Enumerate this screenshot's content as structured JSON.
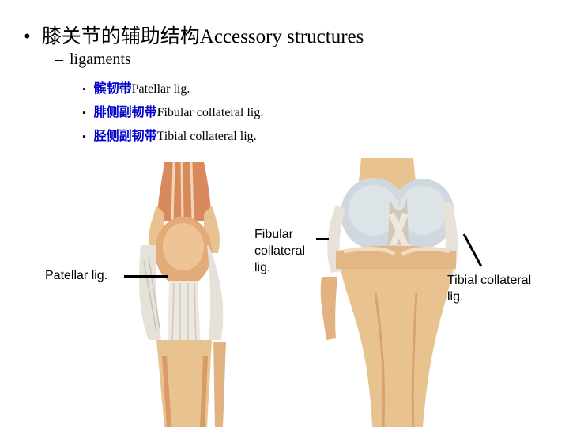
{
  "heading": {
    "bullet": "•",
    "cn": "膝关节的辅助结构",
    "en": "Accessory structures"
  },
  "subheading": {
    "dash": "–",
    "text": "ligaments"
  },
  "items": [
    {
      "bullet": "•",
      "cn": "髌韧带",
      "en": "Patellar lig."
    },
    {
      "bullet": "•",
      "cn": "腓侧副韧带",
      "en": "Fibular collateral lig."
    },
    {
      "bullet": "•",
      "cn": "胫侧副韧带",
      "en": "Tibial collateral lig."
    }
  ],
  "figure_labels": {
    "patellar": "Patellar lig.",
    "fibular": [
      "Fibular",
      "collateral",
      "lig."
    ],
    "tibial": [
      "Tibial collateral",
      "lig."
    ]
  },
  "colors": {
    "chinese_term": "#0000cc",
    "bone": "#eac79a",
    "muscle": "#d98a5c",
    "cartilage": "#cdd6dc",
    "ligament": "#e8e6e0"
  }
}
